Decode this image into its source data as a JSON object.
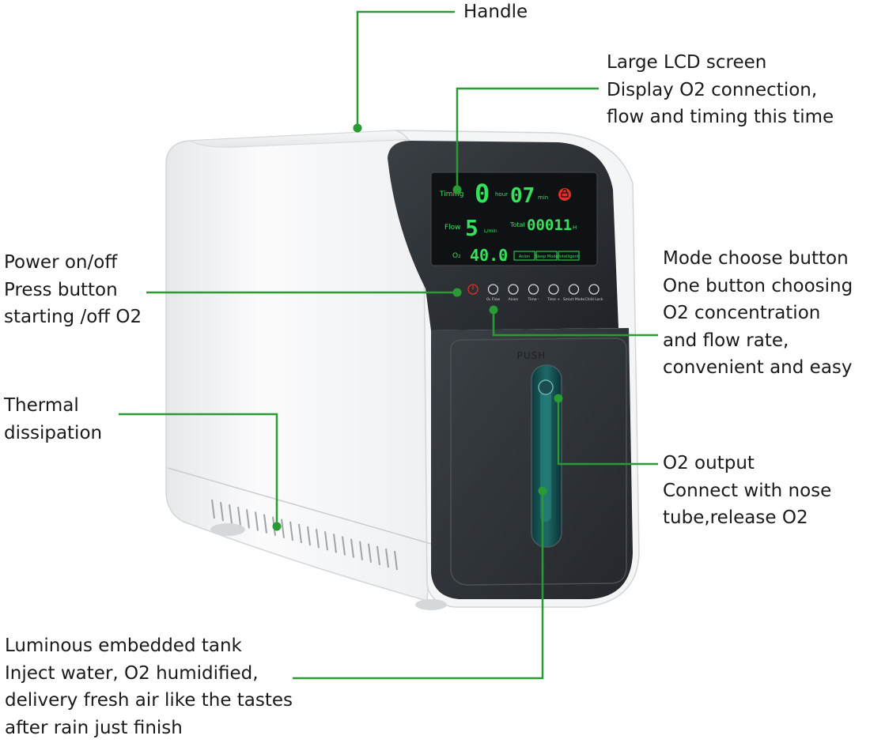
{
  "callouts": {
    "handle": [
      "Handle"
    ],
    "lcd": [
      "Large LCD screen",
      "Display O2 connection,",
      "flow and timing this time"
    ],
    "power": [
      "Power on/off",
      "Press button",
      "starting /off O2"
    ],
    "mode": [
      "Mode choose button",
      "One button choosing",
      "O2 concentration",
      "and flow rate,",
      "convenient and easy"
    ],
    "thermal": [
      "Thermal",
      "dissipation"
    ],
    "output": [
      "O2 output",
      "Connect with nose",
      "tube,release O2"
    ],
    "tank": [
      "Luminous embedded tank",
      "Inject water, O2 humidified,",
      "delivery fresh air like the tastes",
      "after rain just finish"
    ]
  },
  "display": {
    "timing_label": "Timing",
    "hours_value": "0",
    "hours_unit": "hour",
    "minutes_value": "07",
    "minutes_unit": "min",
    "flow_label": "Flow",
    "flow_value": "5",
    "flow_unit": "L/min",
    "total_label": "Total",
    "total_value": "00011",
    "total_unit": "H",
    "o2_label": "O₂",
    "o2_value": "40.0",
    "o2_unit": "%",
    "mode_chips": [
      "Anion",
      "Sleep Mode",
      "Intelligent"
    ]
  },
  "buttons": [
    "",
    "O₂ Flow",
    "Anion",
    "Time -",
    "Time +",
    "Smart Mode",
    "Child Lock"
  ],
  "door_label": "PUSH",
  "colors": {
    "accent_line": "#2a9a33",
    "lcd_green": "#35e05a",
    "body_white": "#f3f4f5",
    "panel_dark": "#2b2f33",
    "power_red": "#e0302a"
  }
}
